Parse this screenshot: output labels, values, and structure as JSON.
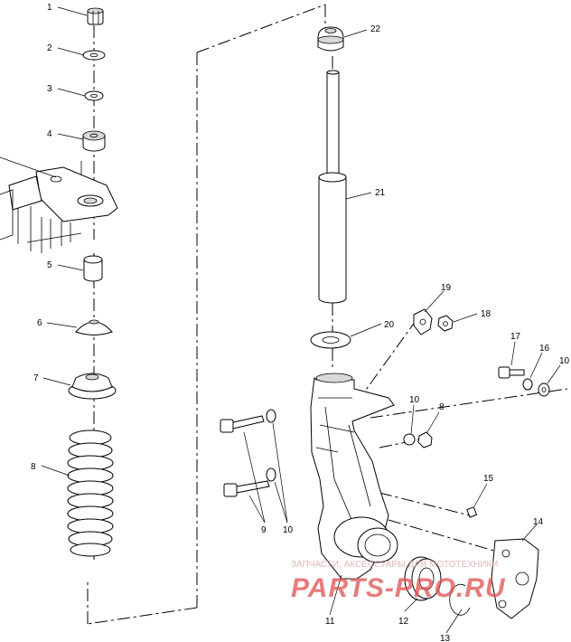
{
  "callouts": {
    "c1": "1",
    "c2": "2",
    "c3": "3",
    "c4": "4",
    "c5": "5",
    "c6": "6",
    "c7": "7",
    "c8": "8",
    "c9": "9",
    "c10a": "10",
    "c10b": "10",
    "c10c": "10",
    "c8b": "8",
    "c11": "11",
    "c12": "12",
    "c13": "13",
    "c14": "14",
    "c15": "15",
    "c16": "16",
    "c17": "17",
    "c18": "18",
    "c19": "19",
    "c20": "20",
    "c21": "21",
    "c22": "22"
  },
  "watermark": {
    "tagline": "ЗАПЧАСТИ, АКСЕССУАРЫ ДЛЯ МОТОТЕХНИКИ",
    "brand": "PARTS-PRO.RU"
  },
  "colors": {
    "watermark": "#e8b8b8",
    "brand": "#e04a4a",
    "line": "#000000"
  }
}
